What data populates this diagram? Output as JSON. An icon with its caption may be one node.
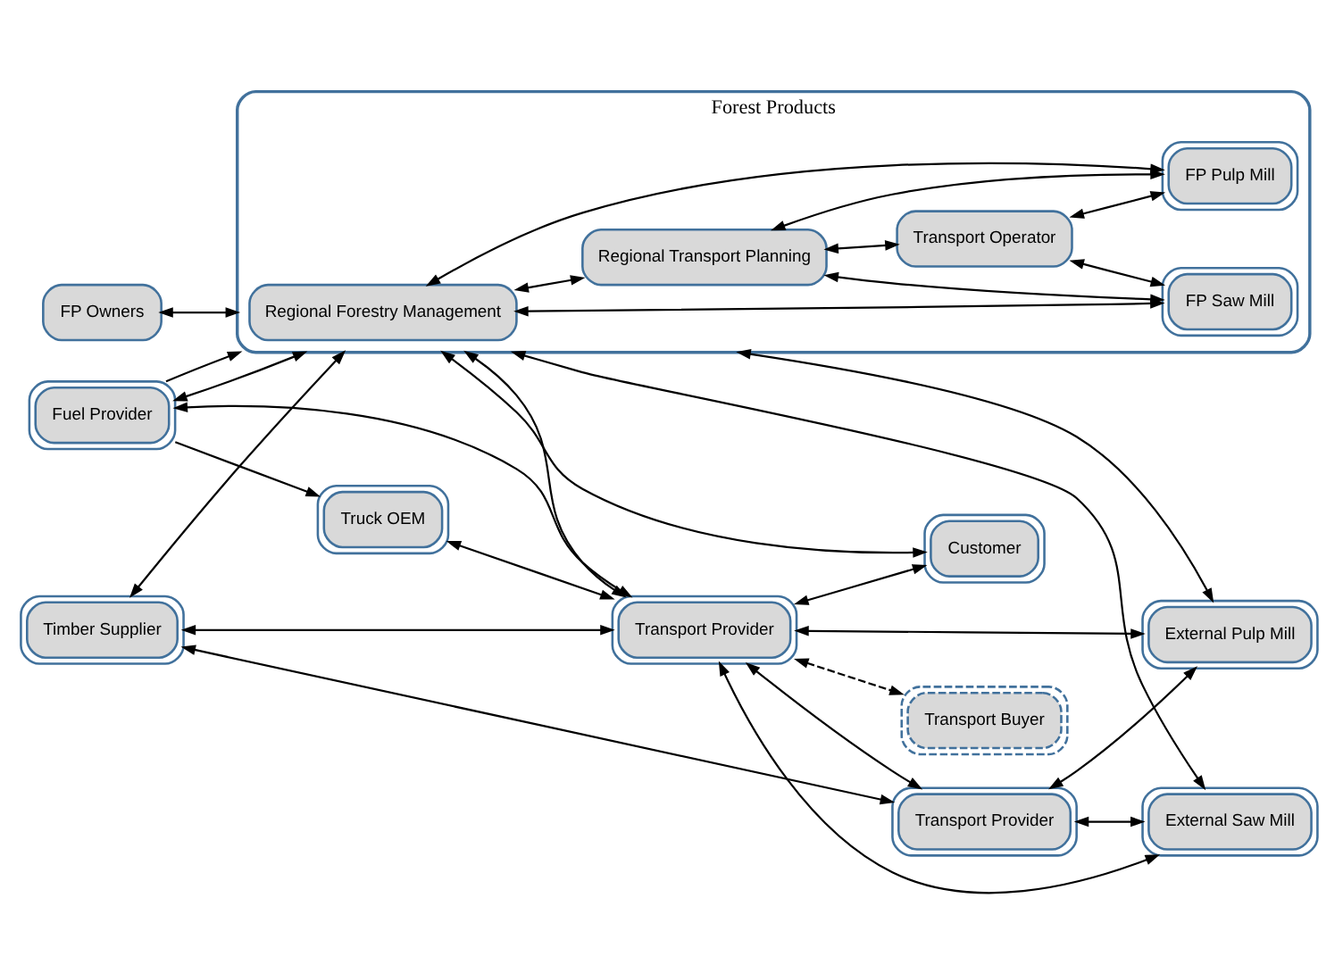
{
  "diagram": {
    "nodes": [
      {
        "text": [
          "Forest Products"
        ]
      },
      {
        "text": [
          "Regional Forestry Management"
        ],
        "in": 0
      },
      {
        "text": [
          "FP Saw Mill"
        ],
        "in": 0
      },
      {
        "text": [
          "Regional Transport Planning"
        ],
        "in": 0
      },
      {
        "text": [
          "FP Pulp Mill"
        ],
        "in": 0
      },
      {
        "text": [
          "Transport Operator"
        ],
        "in": 0
      },
      {
        "text": [
          "FP Owners"
        ]
      },
      {
        "text": [
          "Customer"
        ]
      },
      {
        "text": [
          "External Saw Mill"
        ]
      },
      {
        "text": [
          "External Pulp Mill"
        ]
      },
      {
        "text": [
          "Timber Supplier"
        ]
      },
      {
        "text": [
          "Fuel Provider"
        ]
      },
      {
        "text": [
          "Truck OEM"
        ]
      },
      {
        "text": [
          "Transport Provider"
        ]
      },
      {
        "text": [
          "Transport Provider"
        ]
      },
      {
        "text": [
          "Transport Buyer"
        ]
      }
    ],
    "edges": [
      {
        "from": 1,
        "to": 2,
        "arrow": "both"
      },
      {
        "from": 1,
        "to": 3,
        "arrow": "both"
      },
      {
        "from": 3,
        "to": 5,
        "arrow": "both"
      },
      {
        "from": 5,
        "to": 4,
        "arrow": "both"
      },
      {
        "from": 1,
        "to": 4,
        "arrow": "both"
      },
      {
        "from": 3,
        "to": 2,
        "arrow": "both"
      },
      {
        "from": 3,
        "to": 4,
        "arrow": "both"
      },
      {
        "from": 5,
        "to": 2,
        "arrow": "both"
      },
      {
        "from": 6,
        "to": 0,
        "arrow": "both"
      },
      {
        "from": 0,
        "to": 7,
        "arrow": "both"
      },
      {
        "from": 0,
        "to": 8,
        "arrow": "both"
      },
      {
        "from": 0,
        "to": 9,
        "arrow": "both"
      },
      {
        "from": 0,
        "to": 13,
        "arrow": "both"
      },
      {
        "from": 10,
        "to": 0,
        "arrow": "both"
      },
      {
        "from": 11,
        "to": 0,
        "arrow": "both"
      },
      {
        "from": 11,
        "to": 0,
        "arrow": "to"
      },
      {
        "from": 11,
        "to": 12,
        "arrow": "to"
      },
      {
        "from": 11,
        "to": 13,
        "arrow": "both"
      },
      {
        "from": 10,
        "to": 13,
        "arrow": "both"
      },
      {
        "from": 12,
        "to": 13,
        "arrow": "both"
      },
      {
        "from": 13,
        "to": 14,
        "arrow": "both"
      },
      {
        "from": 10,
        "to": 14,
        "arrow": "both"
      },
      {
        "from": 13,
        "to": 7,
        "arrow": "both"
      },
      {
        "from": 13,
        "to": 8,
        "arrow": "both"
      },
      {
        "from": 13,
        "to": 9,
        "arrow": "both"
      },
      {
        "from": 14,
        "to": 8,
        "arrow": "both"
      },
      {
        "from": 14,
        "to": 9,
        "arrow": "both"
      },
      {
        "from": 13,
        "to": 15,
        "arrow": "both",
        "style": "dashed"
      }
    ]
  }
}
